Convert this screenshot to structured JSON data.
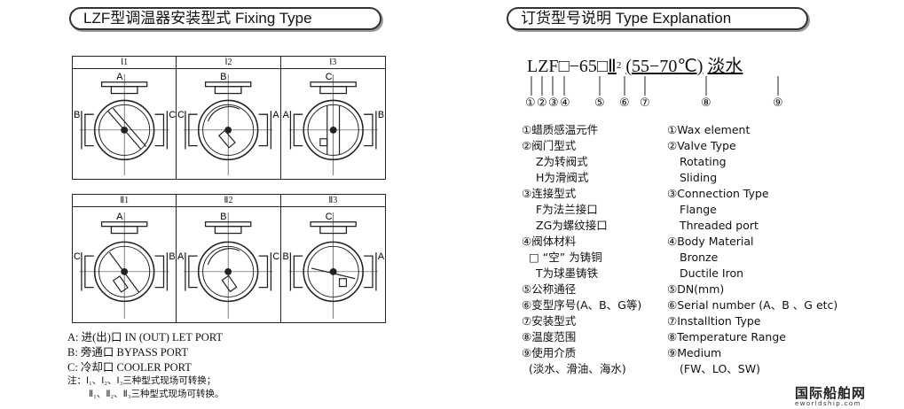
{
  "left_panel": {
    "title": "LZF型调温器安装型式 Fixing Type",
    "row1": [
      {
        "head": "Ⅰ1",
        "top": "A",
        "left": "B",
        "right": "C"
      },
      {
        "head": "Ⅰ2",
        "top": "B",
        "left": "C",
        "right": "A"
      },
      {
        "head": "Ⅰ3",
        "top": "C",
        "left": "A",
        "right": "B"
      }
    ],
    "row2": [
      {
        "head": "Ⅱ1",
        "top": "A",
        "left": "C",
        "right": "B"
      },
      {
        "head": "Ⅱ2",
        "top": "B",
        "left": "A",
        "right": "C"
      },
      {
        "head": "Ⅱ3",
        "top": "C",
        "left": "B",
        "right": "A"
      }
    ],
    "legend": [
      "A: 进(出)口 IN (OUT) LET PORT",
      "B: 旁通口 BYPASS PORT",
      "C: 冷却口 COOLER PORT"
    ],
    "note_line1": "注：Ⅰ₁、Ⅰ₂、Ⅰ₃三种型式现场可转换；",
    "note_line2": "Ⅱ₁、Ⅱ₂、Ⅱ₃三种型式现场可转换。"
  },
  "right_panel": {
    "title": "订货型号说明 Type Explanation",
    "code": {
      "prefix": "LZF",
      "box": "□",
      "dash65": "−65",
      "roman": "Ⅱ",
      "sup": "2",
      "range": "(55−70℃)",
      "medium": "淡水"
    },
    "markers": [
      "①",
      "②",
      "③",
      "④",
      "⑤",
      "⑥",
      "⑦",
      "⑧",
      "⑨"
    ],
    "cn_lines": [
      "①蜡质感温元件",
      "②阀门型式",
      "  Z为转阀式",
      "  H为滑阀式",
      "③连接型式",
      "  F为法兰接口",
      "  ZG为螺纹接口",
      "④阀体材料",
      "  □ “空” 为铸铜",
      "  T为球墨铸铁",
      "⑤公称通径",
      "⑥变型序号(A、B、G等)",
      "⑦安装型式",
      "⑧温度范围",
      "⑨使用介质",
      " (淡水、滑油、海水)"
    ],
    "en_lines": [
      "①Wax element",
      "②Valve Type",
      "    Rotating",
      "    Sliding",
      "③Connection Type",
      "    Flange",
      "    Threaded port",
      "④Body Material",
      "    Bronze",
      "    Ductile Iron",
      "⑤DN(mm)",
      "⑥Serial number (A、B 、G etc)",
      "⑦Installtion Type",
      "⑧Temperature Range",
      "⑨Medium",
      "    (FW、LO、SW)"
    ]
  },
  "logo": {
    "text": "国际船舶网",
    "url": "eworldship.com"
  }
}
